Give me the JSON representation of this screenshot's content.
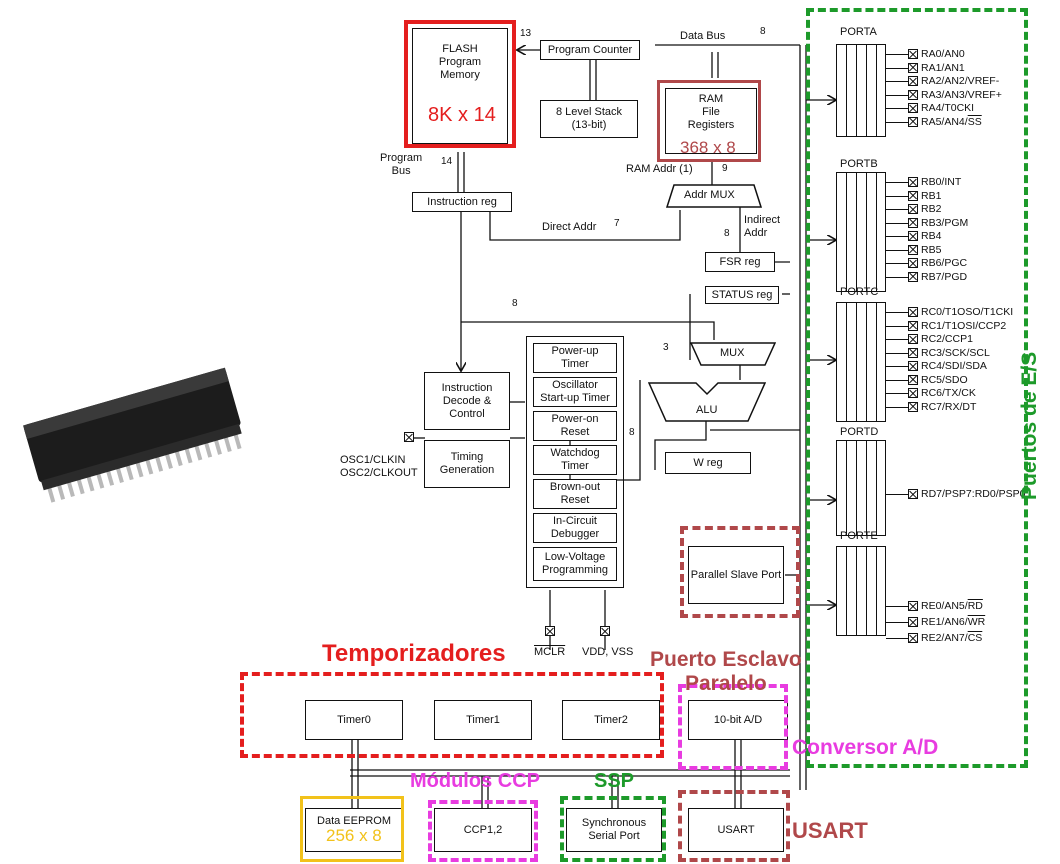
{
  "image": {
    "chip_photo_icon": "microcontroller-dip40-photo"
  },
  "blocks": {
    "flash": "FLASH\nProgram\nMemory",
    "flash_size": "8K x 14",
    "program_counter": "Program Counter",
    "stack": "8 Level Stack\n(13-bit)",
    "ram": "RAM\nFile\nRegisters",
    "ram_size": "368 x 8",
    "instruction_reg": "Instruction reg",
    "addr_mux": "Addr MUX",
    "fsr_reg": "FSR reg",
    "status_reg": "STATUS reg",
    "mux": "MUX",
    "alu": "ALU",
    "w_reg": "W reg",
    "instruction_decode": "Instruction\nDecode &\nControl",
    "timing_generation": "Timing\nGeneration",
    "power_up_timer": "Power-up\nTimer",
    "oscillator_timer": "Oscillator\nStart-up Timer",
    "power_on_reset": "Power-on\nReset",
    "watchdog_timer": "Watchdog\nTimer",
    "brown_out_reset": "Brown-out\nReset",
    "icd": "In-Circuit\nDebugger",
    "lvp": "Low-Voltage\nProgramming",
    "parallel_slave_port": "Parallel Slave Port",
    "timer0": "Timer0",
    "timer1": "Timer1",
    "timer2": "Timer2",
    "adc": "10-bit A/D",
    "data_eeprom": "Data EEPROM",
    "eeprom_size": "256 x 8",
    "ccp": "CCP1,2",
    "ssp": "Synchronous\nSerial Port",
    "usart": "USART"
  },
  "bus_labels": {
    "data_bus": "Data Bus",
    "program_bus": "Program\nBus",
    "ram_addr": "RAM Addr (1)",
    "direct_addr": "Direct Addr",
    "indirect_addr": "Indirect\nAddr",
    "osc": "OSC1/CLKIN\nOSC2/CLKOUT",
    "mclr": "MCLR",
    "vdd_vss": "VDD, VSS",
    "w13": "13",
    "w8a": "8",
    "w14": "14",
    "w9": "9",
    "w7": "7",
    "w8b": "8",
    "w8c": "8",
    "w3": "3",
    "w8d": "8"
  },
  "ports": {
    "porta": {
      "name": "PORTA",
      "pins": [
        "RA0/AN0",
        "RA1/AN1",
        "RA2/AN2/VREF-",
        "RA3/AN3/VREF+",
        "RA4/T0CKI",
        "RA5/AN4/SS"
      ]
    },
    "portb": {
      "name": "PORTB",
      "pins": [
        "RB0/INT",
        "RB1",
        "RB2",
        "RB3/PGM",
        "RB4",
        "RB5",
        "RB6/PGC",
        "RB7/PGD"
      ]
    },
    "portc": {
      "name": "PORTC",
      "pins": [
        "RC0/T1OSO/T1CKI",
        "RC1/T1OSI/CCP2",
        "RC2/CCP1",
        "RC3/SCK/SCL",
        "RC4/SDI/SDA",
        "RC5/SDO",
        "RC6/TX/CK",
        "RC7/RX/DT"
      ]
    },
    "portd": {
      "name": "PORTD",
      "pins": [
        "RD7/PSP7:RD0/PSP0"
      ]
    },
    "porte": {
      "name": "PORTE",
      "pins": [
        "RE0/AN5/RD",
        "RE1/AN6/WR",
        "RE2/AN7/CS"
      ]
    }
  },
  "annotations": {
    "temporizadores": "Temporizadores",
    "puerto_esclavo": "Puerto Esclavo\nParalelo",
    "conversor": "Conversor A/D",
    "modulos_ccp": "Módulos CCP",
    "ssp": "SSP",
    "usart": "USART",
    "puertos": "Puertos de E/S"
  },
  "colors": {
    "red": "#e41e1e",
    "dark_red": "#b0484a",
    "green": "#1d9a2a",
    "magenta": "#e83ce0",
    "yellow": "#f2c21a",
    "line": "#111111"
  }
}
